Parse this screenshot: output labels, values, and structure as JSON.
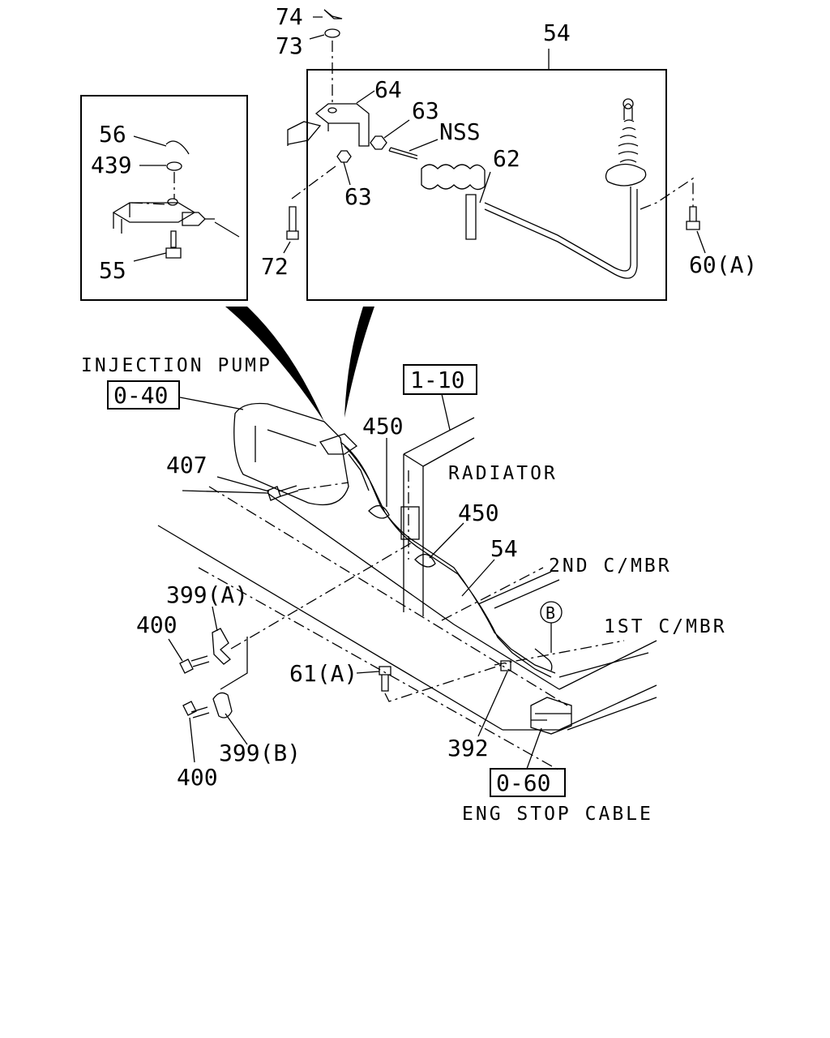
{
  "detail_callouts": {
    "left_inset": {
      "part_56": "56",
      "part_439": "439",
      "part_55": "55"
    },
    "right_inset": {
      "part_74": "74",
      "part_73": "73",
      "part_54": "54",
      "part_64": "64",
      "part_63_top": "63",
      "part_nss": "NSS",
      "part_62": "62",
      "part_63_bottom": "63",
      "part_72": "72",
      "part_60a": "60(A)"
    }
  },
  "main_view": {
    "injection_pump_label": "INJECTION PUMP",
    "ref_injection_pump": "0-40",
    "ref_radiator": "1-10",
    "radiator_label": "RADIATOR",
    "part_450_upper": "450",
    "part_450_lower": "450",
    "part_407": "407",
    "part_54": "54",
    "second_crossmember_label": "2ND C/MBR",
    "first_crossmember_label": "1ST C/MBR",
    "marker_b": "B",
    "part_399a": "399(A)",
    "part_400_upper": "400",
    "part_61a": "61(A)",
    "part_399b": "399(B)",
    "part_400_lower": "400",
    "part_392": "392",
    "ref_eng_stop_cable": "0-60",
    "eng_stop_cable_label": "ENG STOP CABLE"
  }
}
